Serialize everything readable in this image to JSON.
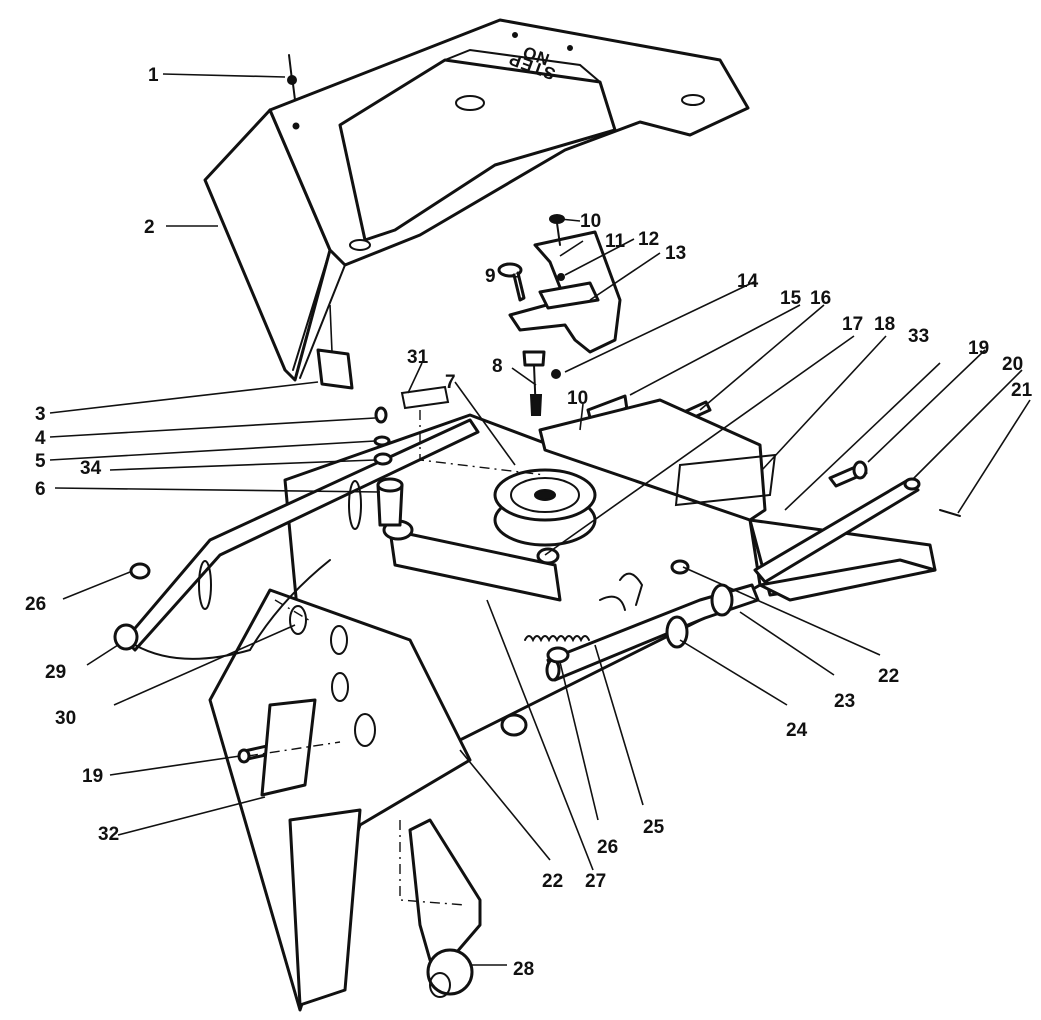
{
  "stencil": {
    "line1": "NO",
    "line2": "STEP"
  },
  "labels": {
    "l1": "1",
    "l2": "2",
    "l3": "3",
    "l4": "4",
    "l5": "5",
    "l6": "6",
    "l7": "7",
    "l8": "8",
    "l9": "9",
    "l10a": "10",
    "l10b": "10",
    "l11": "11",
    "l12": "12",
    "l13": "13",
    "l14": "14",
    "l15": "15",
    "l16": "16",
    "l17": "17",
    "l18": "18",
    "l19a": "19",
    "l19b": "19",
    "l20": "20",
    "l21": "21",
    "l22a": "22",
    "l22b": "22",
    "l23": "23",
    "l24": "24",
    "l25": "25",
    "l26a": "26",
    "l26b": "26",
    "l27": "27",
    "l28": "28",
    "l29": "29",
    "l30": "30",
    "l31": "31",
    "l32": "32",
    "l33": "33",
    "l34": "34"
  }
}
